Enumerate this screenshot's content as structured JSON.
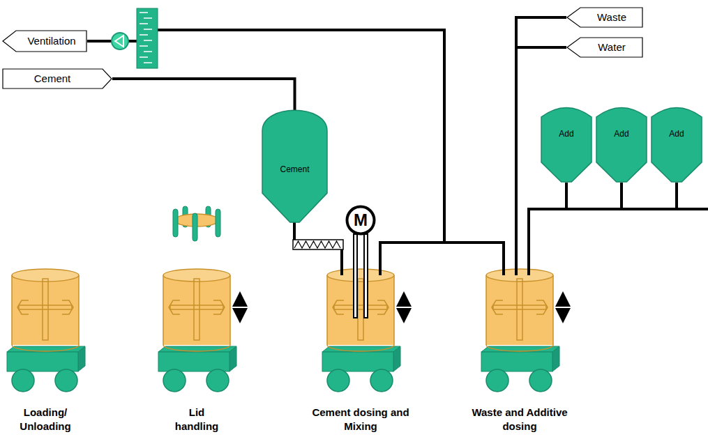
{
  "diagram": {
    "nodes": [
      {
        "text": [
          "Ventilation"
        ]
      },
      {
        "text": [
          "Cement"
        ]
      },
      {
        "text": [
          "Waste"
        ]
      },
      {
        "text": [
          "Water"
        ]
      },
      {
        "text": [
          "Cement"
        ]
      },
      {
        "text": [
          "Add"
        ]
      },
      {
        "text": [
          "Add"
        ]
      },
      {
        "text": [
          "Add"
        ]
      },
      {
        "text": [
          "M"
        ]
      }
    ],
    "edges": [
      {
        "from": 1,
        "to": 4,
        "arrow": "none"
      }
    ],
    "labels": [
      "Loading/ Unloading",
      "Lid handling",
      "Cement dosing and Mixing",
      "Waste and Additive dosing"
    ]
  }
}
